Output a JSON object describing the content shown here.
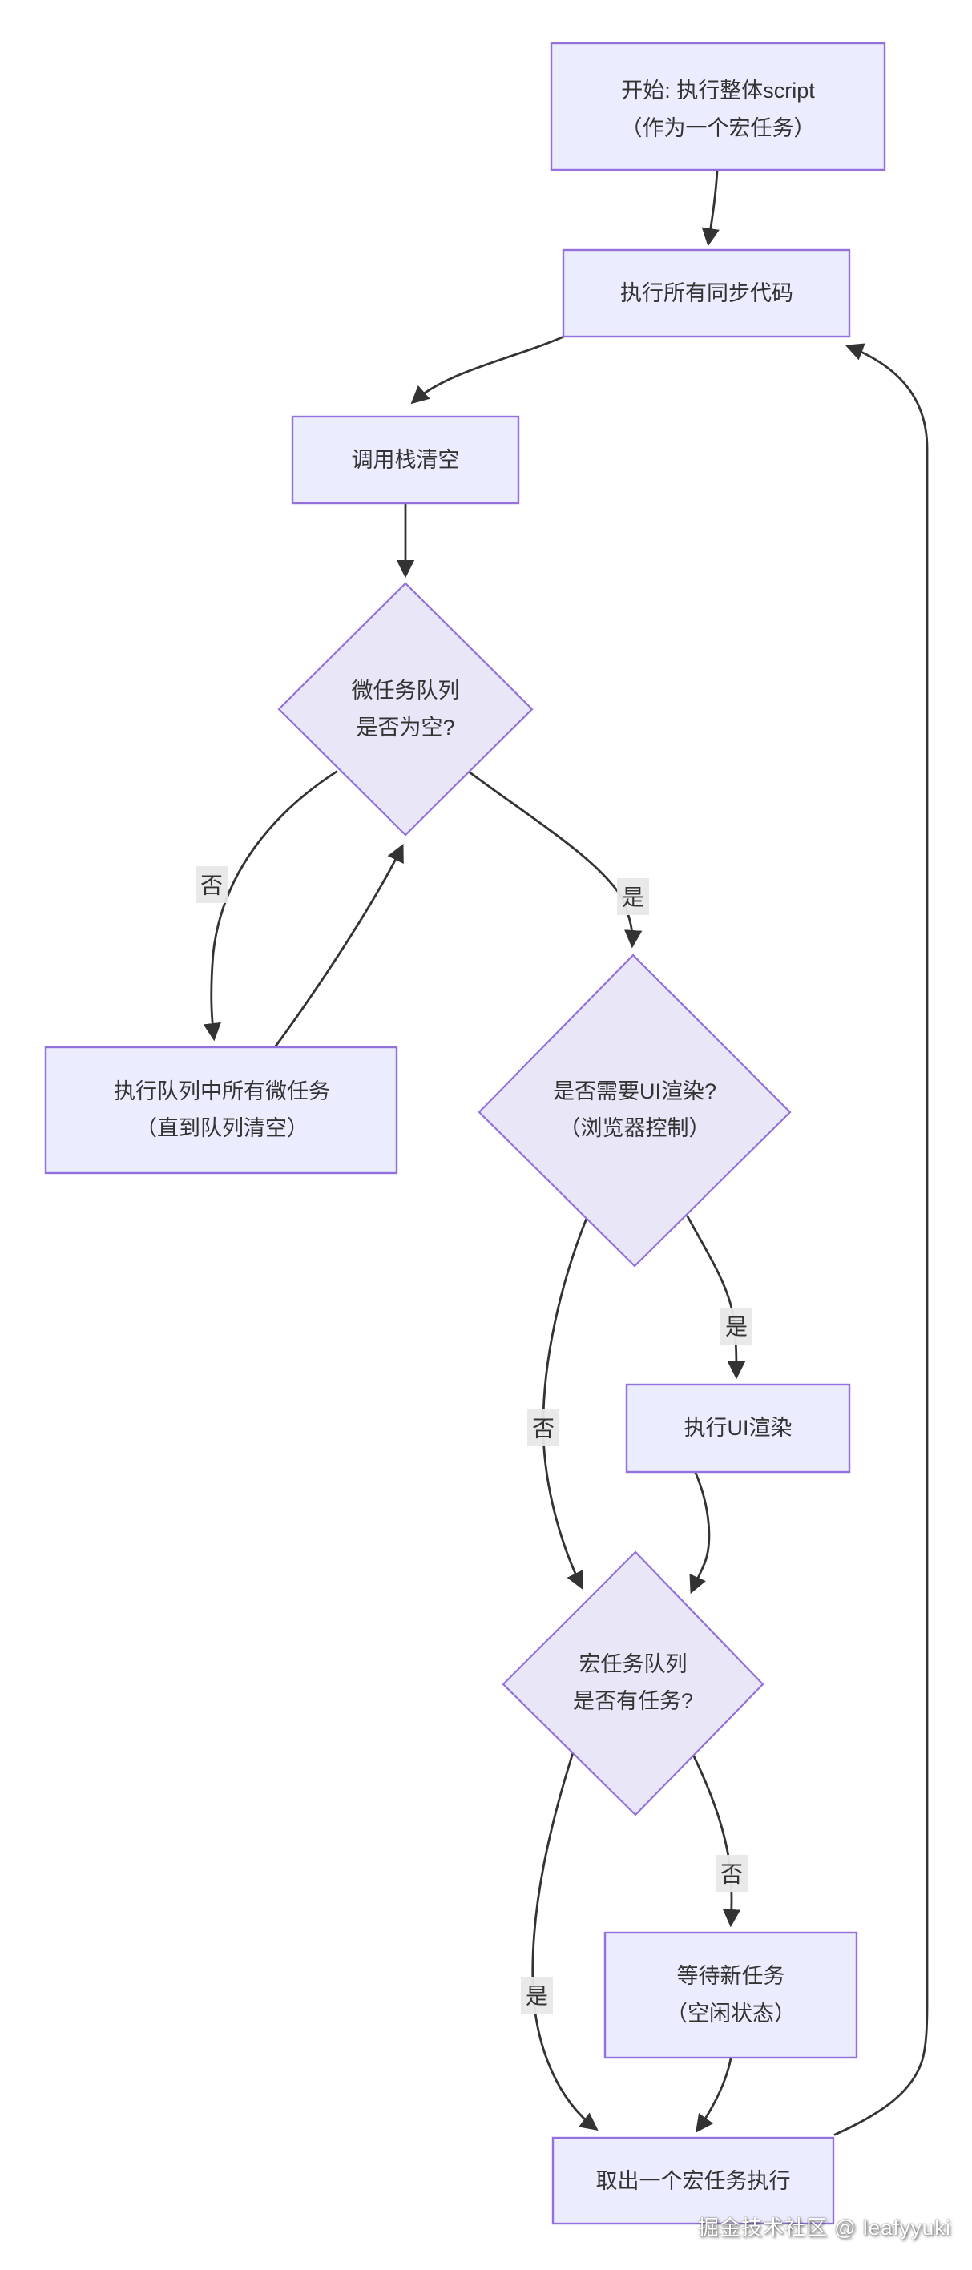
{
  "diagram_type": "flowchart",
  "watermark": "掘金技术社区 @ leafyyuki",
  "colors": {
    "node_fill": "#ECECFF",
    "diamond_fill": "#E8E6F7",
    "node_border": "#9370DB",
    "edge": "#333333",
    "text": "#333333",
    "label_bg": "#E8E8E8",
    "background": "#FFFFFF",
    "watermark": "#FFFFFF"
  },
  "nodes": {
    "start": {
      "line1": "开始: 执行整体script",
      "line2": "（作为一个宏任务）"
    },
    "sync": {
      "label": "执行所有同步代码"
    },
    "stack": {
      "label": "调用栈清空"
    },
    "micro_queue": {
      "line1": "微任务队列",
      "line2": "是否为空?"
    },
    "run_micro": {
      "line1": "执行队列中所有微任务",
      "line2": "（直到队列清空）"
    },
    "ui_need": {
      "line1": "是否需要UI渲染?",
      "line2": "（浏览器控制）"
    },
    "ui_render": {
      "label": "执行UI渲染"
    },
    "macro_queue": {
      "line1": "宏任务队列",
      "line2": "是否有任务?"
    },
    "wait": {
      "line1": "等待新任务",
      "line2": "（空闲状态）"
    },
    "take_macro": {
      "label": "取出一个宏任务执行"
    }
  },
  "edge_labels": {
    "micro_no": "否",
    "micro_yes": "是",
    "ui_yes": "是",
    "ui_no": "否",
    "macro_no": "否",
    "macro_yes": "是"
  }
}
